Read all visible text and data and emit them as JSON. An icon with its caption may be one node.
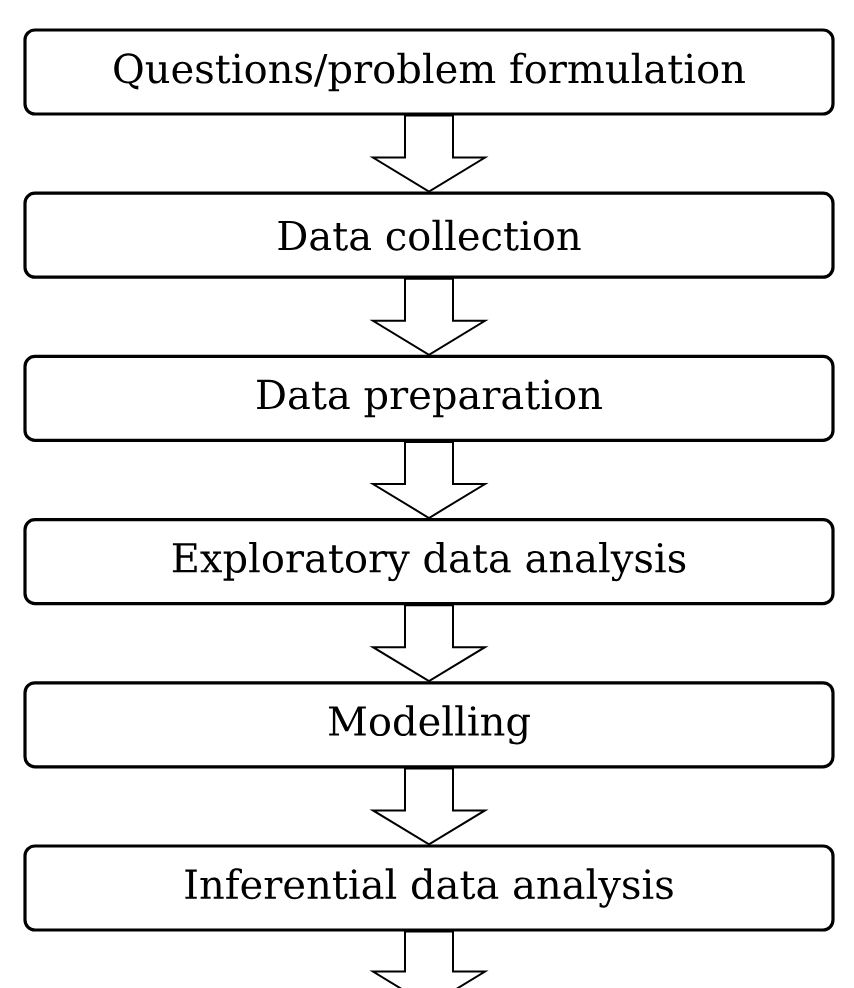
{
  "diagram": {
    "nodes": [
      {
        "text": [
          "Questions/problem formulation"
        ]
      },
      {
        "text": [
          "Data collection"
        ]
      },
      {
        "text": [
          "Data preparation"
        ]
      },
      {
        "text": [
          "Exploratory data analysis"
        ]
      },
      {
        "text": [
          "Modelling"
        ]
      },
      {
        "text": [
          "Inferential data analysis"
        ]
      }
    ],
    "edges": [
      {
        "from": 0,
        "to": 1,
        "arrow": "to"
      },
      {
        "from": 1,
        "to": 2,
        "arrow": "to"
      },
      {
        "from": 2,
        "to": 3,
        "arrow": "to"
      },
      {
        "from": 3,
        "to": 4,
        "arrow": "to"
      },
      {
        "from": 4,
        "to": 5,
        "arrow": "to"
      },
      {
        "from": 5,
        "to": null,
        "arrow": "to"
      }
    ]
  }
}
